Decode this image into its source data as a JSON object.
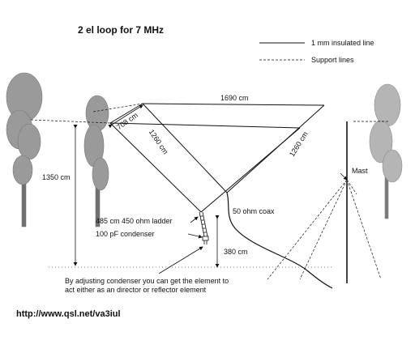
{
  "title": "2 el loop for 7 MHz",
  "legend": {
    "solid": "1 mm insulated line",
    "dashed": "Support lines"
  },
  "labels": {
    "top_span": "1690 cm",
    "short_side": "708 cm",
    "left_diagonal": "1260 cm",
    "right_diagonal": "1260 cm",
    "height": "1350 cm",
    "mast": "Mast",
    "coax": "50 ohm coax",
    "ladder": "485 cm 450 ohm ladder",
    "condenser": "100 pF condenser",
    "ground_height": "380 cm"
  },
  "note": {
    "line1": "By adjusting condenser you can get the element to",
    "line2": "act either as an director or reflector element"
  },
  "footer": {
    "url": "http://www.qsl.net/va3iul"
  },
  "icons": {
    "trees": "tree-icon"
  }
}
